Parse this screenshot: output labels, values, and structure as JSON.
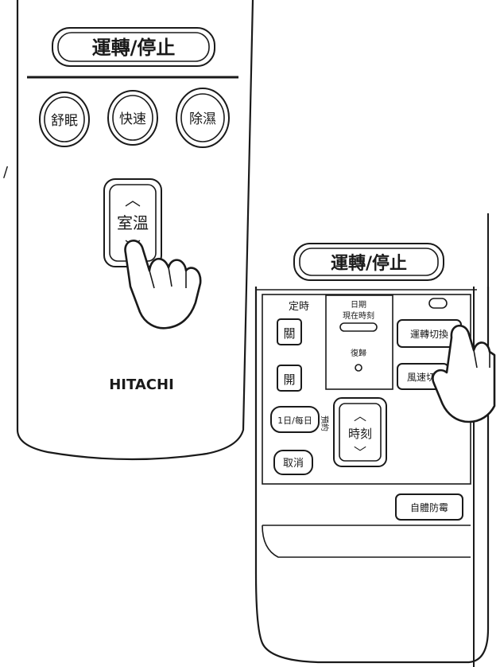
{
  "remote_left": {
    "power_button": "運轉/停止",
    "sleep_button": "舒眠",
    "fast_button": "快速",
    "dehumid_button": "除濕",
    "temp_label": "室溫",
    "up_symbol": "︿",
    "down_symbol": "﹀",
    "brand": "HITACHI",
    "edge_mark": "/"
  },
  "remote_right": {
    "power_button": "運轉/停止",
    "timer_label": "定時",
    "timer_off_button": "關",
    "timer_on_button": "開",
    "date_label": "日期",
    "current_time_label": "現在時刻",
    "reset_label": "復歸",
    "mode_switch_button": "運轉切換",
    "fan_speed_button": "風速切",
    "once_daily_button": "1日/每日",
    "reserve_label": "預約",
    "time_label": "時刻",
    "up_symbol": "︿",
    "down_symbol": "﹀",
    "cancel_button": "取消",
    "anti_mold_button": "自體防霉"
  },
  "icons": {
    "hand_left": "pointing-hand-icon",
    "hand_right": "pointing-hand-icon"
  }
}
